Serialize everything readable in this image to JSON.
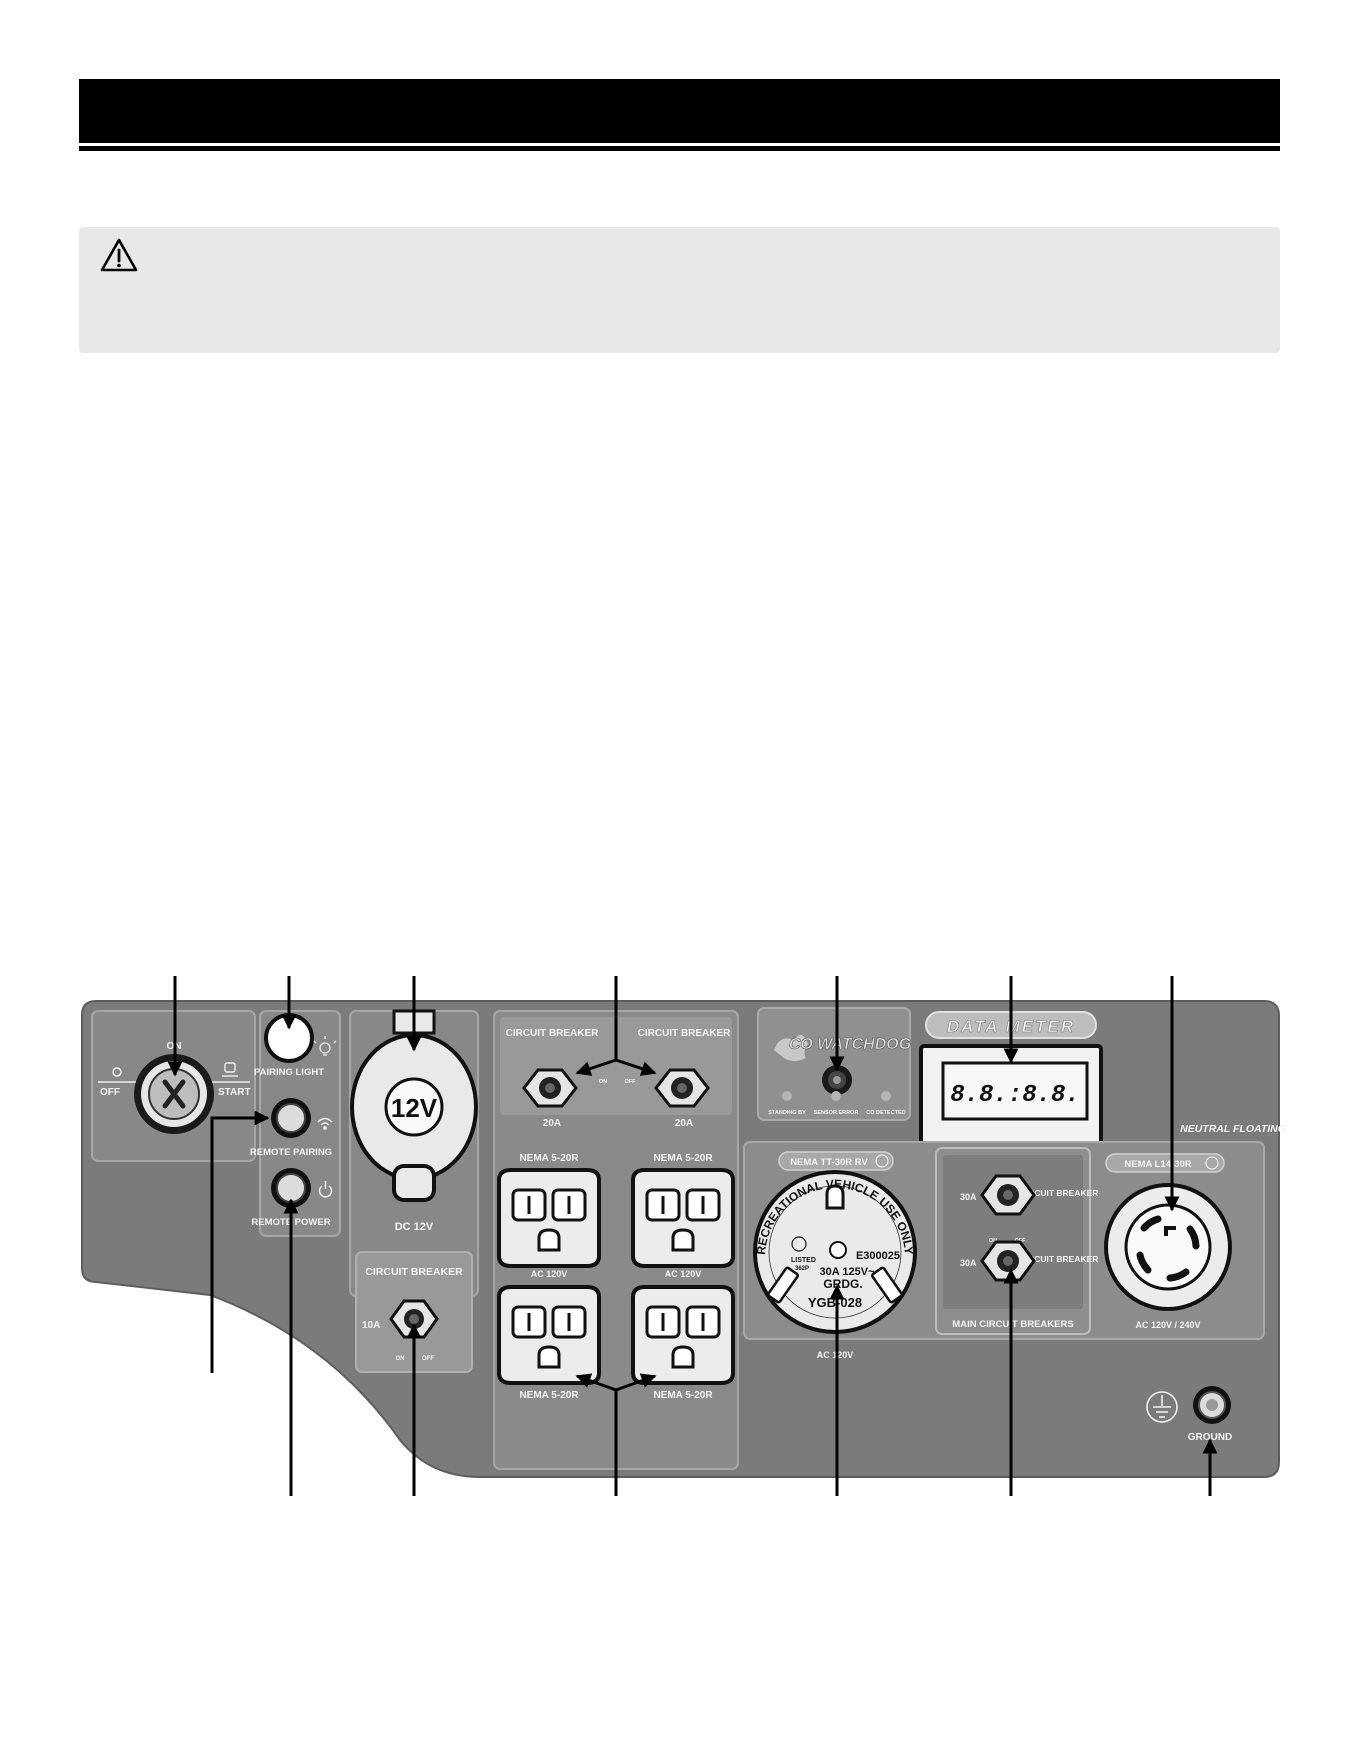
{
  "panel": {
    "ignition": {
      "on": "ON",
      "off": "OFF",
      "start": "START"
    },
    "pairing_light": "PAIRING LIGHT",
    "remote_pairing": "REMOTE PAIRING",
    "remote_power": "REMOTE POWER",
    "dc": {
      "socket_label": "12V",
      "label": "DC 12V"
    },
    "dc_breaker": {
      "title": "CIRCUIT BREAKER",
      "rating": "10A",
      "on": "ON",
      "off": "OFF"
    },
    "outlet_breakers": {
      "label": "CIRCUIT BREAKER",
      "rating": "20A",
      "on": "ON",
      "off": "OFF"
    },
    "outlets": {
      "type": "NEMA 5-20R",
      "voltage": "AC 120V"
    },
    "co_sensor": {
      "brand": "CO WATCHDOG",
      "indicators": [
        "STANDING BY",
        "SENSOR ERROR",
        "CO DETECTED"
      ]
    },
    "data_meter": {
      "title": "DATA METER",
      "display": "8.8.:8.8."
    },
    "neutral": "NEUTRAL FLOATING",
    "rv_outlet": {
      "title": "NEMA TT-30R RV",
      "ring_text": "RECREATIONAL VEHICLE USE ONLY",
      "listed": "LISTED",
      "listing_code": "362P",
      "file_no": "E300025",
      "rating": "30A  125V~",
      "grdg": "GRDG.",
      "model": "YGB-028",
      "voltage": "AC 120V"
    },
    "main_breakers": {
      "rating": "30A",
      "label": "CIRCUIT BREAKER",
      "title": "MAIN CIRCUIT BREAKERS",
      "on": "ON",
      "off": "OFF"
    },
    "l14_outlet": {
      "title": "NEMA L14-30R",
      "voltage": "AC 120V / 240V"
    },
    "ground": "GROUND"
  }
}
